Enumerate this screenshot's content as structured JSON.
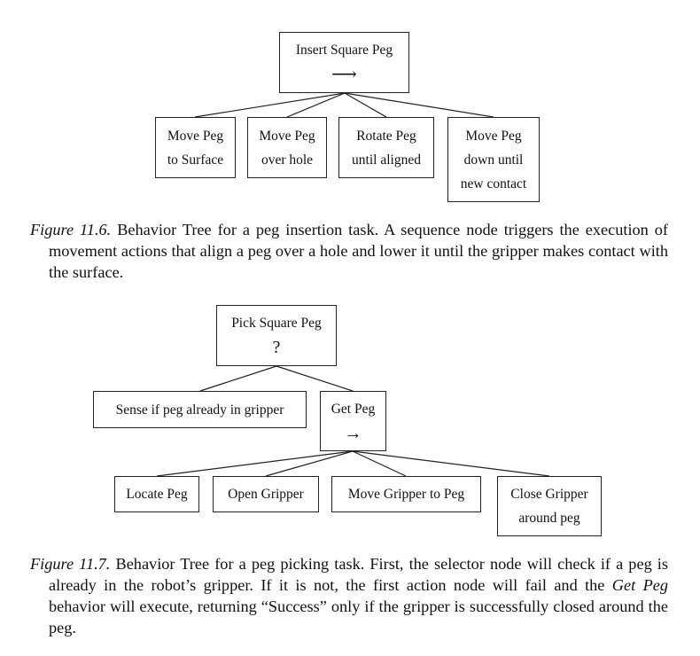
{
  "figure_1": {
    "root": {
      "label": "Insert Square Peg",
      "symbol": "⟶"
    },
    "children": [
      {
        "lines": [
          "Move Peg",
          "to Surface"
        ]
      },
      {
        "lines": [
          "Move Peg",
          "over hole"
        ]
      },
      {
        "lines": [
          "Rotate Peg",
          "until aligned"
        ]
      },
      {
        "lines": [
          "Move Peg",
          "down until",
          "new contact"
        ]
      }
    ],
    "caption": {
      "label": "Figure 11.6.",
      "text": "Behavior Tree for a peg insertion task. A sequence node triggers the execution of movement actions that align a peg over a hole and lower it until the gripper makes contact with the surface."
    }
  },
  "figure_2": {
    "root": {
      "label": "Pick Square Peg",
      "symbol": "?"
    },
    "sense": {
      "label": "Sense if peg already in gripper"
    },
    "get_peg": {
      "label": "Get Peg",
      "symbol": "→"
    },
    "children": [
      {
        "lines": [
          "Locate Peg"
        ]
      },
      {
        "lines": [
          "Open Gripper"
        ]
      },
      {
        "lines": [
          "Move Gripper to Peg"
        ]
      },
      {
        "lines": [
          "Close Gripper",
          "around peg"
        ]
      }
    ],
    "caption": {
      "label": "Figure 11.7.",
      "text_1": "Behavior Tree for a peg picking task. First, the selector node will check if a peg is already in the robot’s gripper. If it is not, the first action node will fail and the ",
      "emph": "Get Peg",
      "text_2": " behavior will execute, returning “Success” only if the gripper is successfully closed around the peg."
    }
  }
}
